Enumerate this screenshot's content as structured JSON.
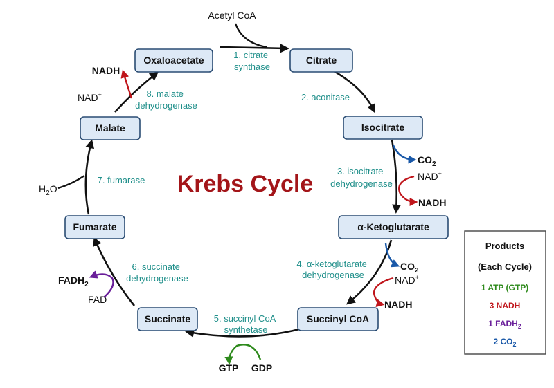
{
  "title": "Krebs Cycle",
  "inputs": {
    "acetyl_coa": "Acetyl CoA"
  },
  "nodes": {
    "oxaloacetate": "Oxaloacetate",
    "citrate": "Citrate",
    "isocitrate": "Isocitrate",
    "alpha_ketoglutarate": "α-Ketoglutarate",
    "succinyl_coa": "Succinyl CoA",
    "succinate": "Succinate",
    "fumarate": "Fumarate",
    "malate": "Malate"
  },
  "enzymes": {
    "step1": [
      "1. citrate",
      "synthase"
    ],
    "step2": [
      "2. aconitase"
    ],
    "step3": [
      "3. isocitrate",
      "dehydrogenase"
    ],
    "step4": [
      "4. α-ketoglutarate",
      "dehydrogenase"
    ],
    "step5": [
      "5. succinyl CoA",
      "synthetase"
    ],
    "step6": [
      "6. succinate",
      "dehydrogenase"
    ],
    "step7": [
      "7. fumarase"
    ],
    "step8": [
      "8. malate",
      "dehydrogenase"
    ]
  },
  "molecules": {
    "co2": "CO",
    "co2_sub": "2",
    "nad": "NAD",
    "nad_sup": "+",
    "nadh": "NADH",
    "gtp": "GTP",
    "gdp": "GDP",
    "fadh": "FADH",
    "fadh_sub": "2",
    "fad": "FAD",
    "h2o_h": "H",
    "h2o_sub": "2",
    "h2o_o": "O"
  },
  "products": {
    "title_line1": "Products",
    "title_line2": "(Each Cycle)",
    "atp": "1 ATP (GTP)",
    "nadh": "3 NADH",
    "fadh": "1 FADH",
    "fadh_sub": "2",
    "co2": "2 CO",
    "co2_sub": "2"
  },
  "colors": {
    "title": "#a31519",
    "enzyme": "#1f8f8a",
    "nadh": "#c0161c",
    "co2": "#1958a8",
    "fadh": "#6a1f9a",
    "gtp": "#2e8a1c",
    "node_fill": "#dde9f6",
    "node_stroke": "#2a4c73"
  }
}
